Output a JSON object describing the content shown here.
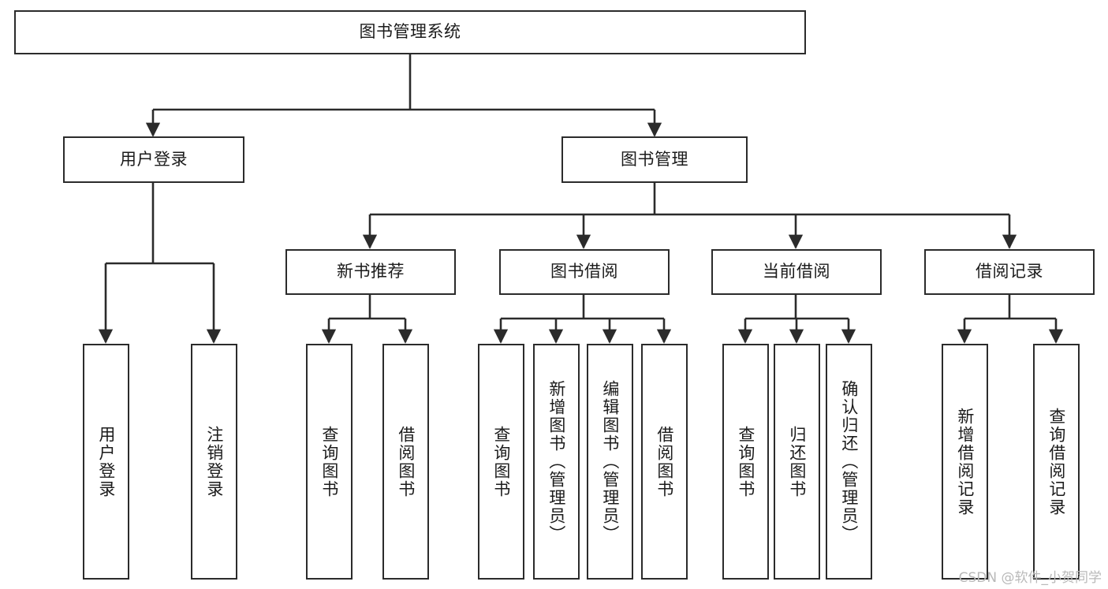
{
  "diagram": {
    "type": "tree-hierarchy",
    "orientation": "top-down",
    "background_color": "#ffffff",
    "line_color": "#2b2b2b",
    "text_color": "#1b1b1b",
    "root": {
      "label": "图书管理系统"
    },
    "level2": [
      {
        "label": "用户登录"
      },
      {
        "label": "图书管理"
      }
    ],
    "level3": [
      {
        "label": "新书推荐"
      },
      {
        "label": "图书借阅"
      },
      {
        "label": "当前借阅"
      },
      {
        "label": "借阅记录"
      }
    ],
    "leaves": {
      "user_login": [
        {
          "label": "用户登录"
        },
        {
          "label": "注销登录"
        }
      ],
      "new_book_recommend": [
        {
          "label": "查询图书"
        },
        {
          "label": "借阅图书"
        }
      ],
      "book_borrow": [
        {
          "label": "查询图书"
        },
        {
          "label": "新增图书（管理员）"
        },
        {
          "label": "编辑图书（管理员）"
        },
        {
          "label": "借阅图书"
        }
      ],
      "current_borrow": [
        {
          "label": "查询图书"
        },
        {
          "label": "归还图书"
        },
        {
          "label": "确认归还（管理员）"
        }
      ],
      "borrow_record": [
        {
          "label": "新增借阅记录"
        },
        {
          "label": "查询借阅记录"
        }
      ]
    }
  },
  "watermark": {
    "text": "CSDN @软件_小贺同学"
  }
}
